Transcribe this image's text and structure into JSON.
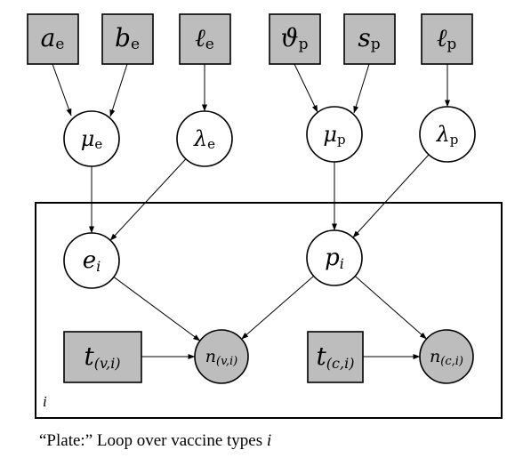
{
  "colors": {
    "observed_fill": "#bdbdbd",
    "latent_fill": "#ffffff",
    "stroke": "#000000"
  },
  "nodes": {
    "a_e": {
      "main": "a",
      "sub": "e"
    },
    "b_e": {
      "main": "b",
      "sub": "e"
    },
    "ell_e": {
      "main": "ℓ",
      "sub": "e"
    },
    "theta_p": {
      "main": "ϑ",
      "sub": "p"
    },
    "s_p": {
      "main": "s",
      "sub": "p"
    },
    "ell_p": {
      "main": "ℓ",
      "sub": "p"
    },
    "mu_e": {
      "main": "μ",
      "sub": "e"
    },
    "lambda_e": {
      "main": "λ",
      "sub": "e"
    },
    "mu_p": {
      "main": "μ",
      "sub": "p"
    },
    "lambda_p": {
      "main": "λ",
      "sub": "p"
    },
    "e_i": {
      "main": "e",
      "sub": "i"
    },
    "p_i": {
      "main": "p",
      "sub": "i"
    },
    "t_vi": {
      "main": "t",
      "sub": "(v,i)"
    },
    "n_vi": {
      "main": "n",
      "sub": "(v,i)"
    },
    "t_ci": {
      "main": "t",
      "sub": "(c,i)"
    },
    "n_ci": {
      "main": "n",
      "sub": "(c,i)"
    }
  },
  "edges": [
    [
      "a_e",
      "mu_e"
    ],
    [
      "b_e",
      "mu_e"
    ],
    [
      "ell_e",
      "lambda_e"
    ],
    [
      "theta_p",
      "mu_p"
    ],
    [
      "s_p",
      "mu_p"
    ],
    [
      "ell_p",
      "lambda_p"
    ],
    [
      "mu_e",
      "e_i"
    ],
    [
      "lambda_e",
      "e_i"
    ],
    [
      "mu_p",
      "p_i"
    ],
    [
      "lambda_p",
      "p_i"
    ],
    [
      "e_i",
      "n_vi"
    ],
    [
      "p_i",
      "n_vi"
    ],
    [
      "p_i",
      "n_ci"
    ],
    [
      "t_vi",
      "n_vi"
    ],
    [
      "t_ci",
      "n_ci"
    ]
  ],
  "plate": {
    "label": "i"
  },
  "caption": {
    "text": "“Plate:” Loop over vaccine types ",
    "var": "i"
  }
}
